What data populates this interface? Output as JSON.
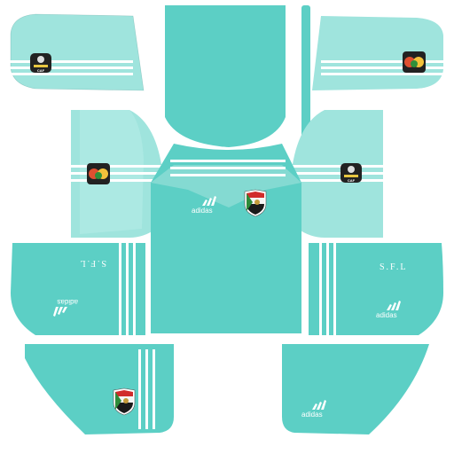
{
  "kit": {
    "colors": {
      "main": "#5ccfc5",
      "light": "#9fe4dd",
      "stripe": "#ffffff",
      "outline": "#3d8c86"
    },
    "sponsor_text": "adidas",
    "team_initials": "S.F.L",
    "tournament_badge_text": "CAF",
    "icons": [
      "adidas-logo-icon",
      "sudan-fa-crest-icon",
      "caf-tournament-badge-icon"
    ]
  }
}
